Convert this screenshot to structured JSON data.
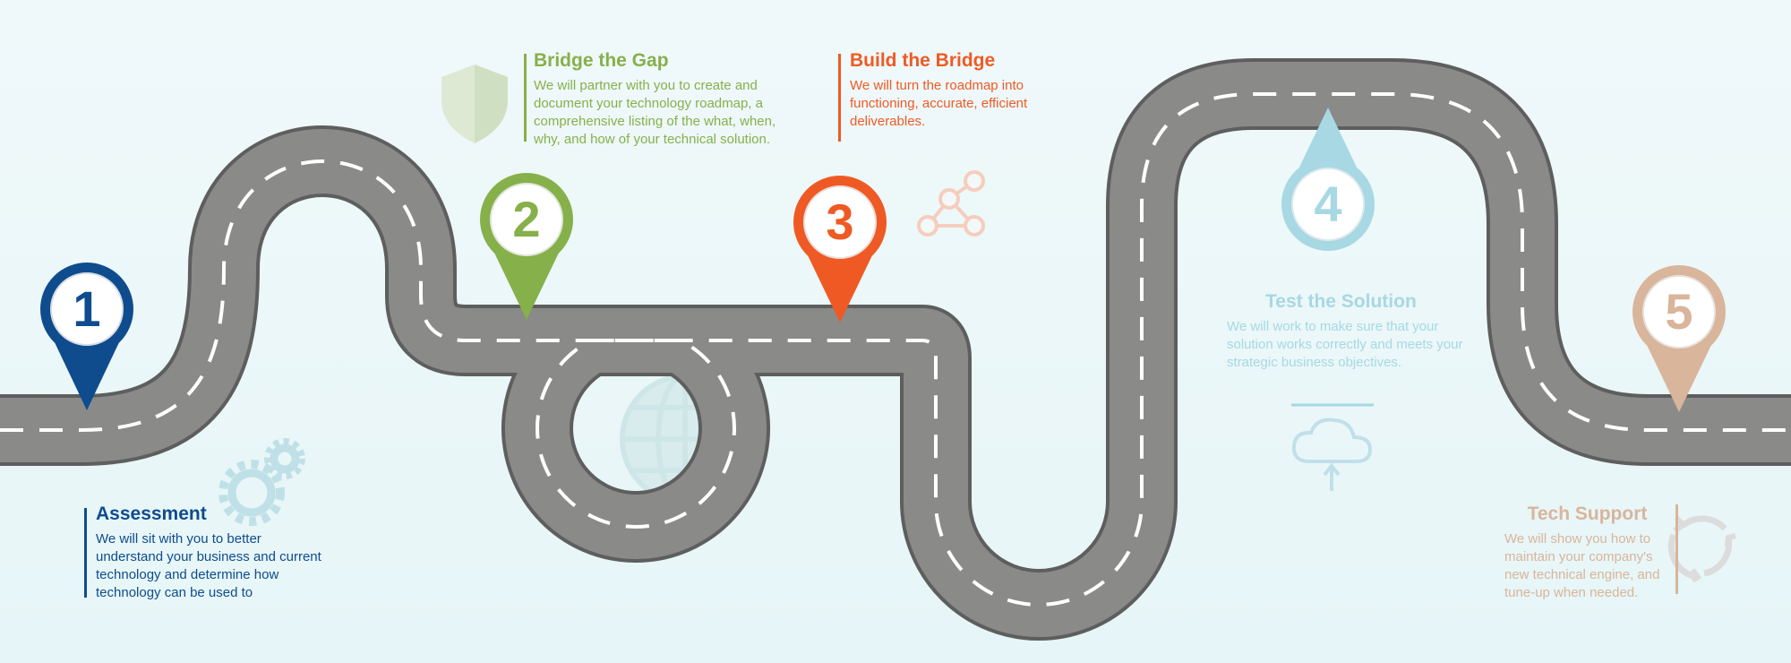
{
  "colors": {
    "step1": "#0e4c8e",
    "step2": "#86b04a",
    "step3": "#ef5a24",
    "step4": "#a7d8e3",
    "step5": "#d8b59b",
    "road": "#8a8a89",
    "road_edge": "#5e5e5e",
    "dash": "#ffffff",
    "background": "#ecf7f8"
  },
  "steps": [
    {
      "number": "1",
      "title": "Assessment",
      "text": "We will sit with you to better understand your business and current technology and determine how technology can be used to",
      "icon": "gears-icon"
    },
    {
      "number": "2",
      "title": "Bridge the Gap",
      "text": "We will partner with you to create and document your technology roadmap, a comprehensive listing of the what, when, why, and how of your technical solution.",
      "icon": "shield-icon"
    },
    {
      "number": "3",
      "title": "Build the Bridge",
      "text": "We will turn the roadmap into functioning, accurate, efficient deliverables.",
      "icon": "network-icon"
    },
    {
      "number": "4",
      "title": "Test the Solution",
      "text": "We will work to make sure that your solution works correctly and meets your strategic business objectives.",
      "icon": "cloud-upload-icon"
    },
    {
      "number": "5",
      "title": "Tech Support",
      "text": "We will show you how to maintain your company's new technical engine, and tune-up when needed.",
      "icon": "refresh-icon"
    }
  ],
  "center_icon": "globe-icon"
}
